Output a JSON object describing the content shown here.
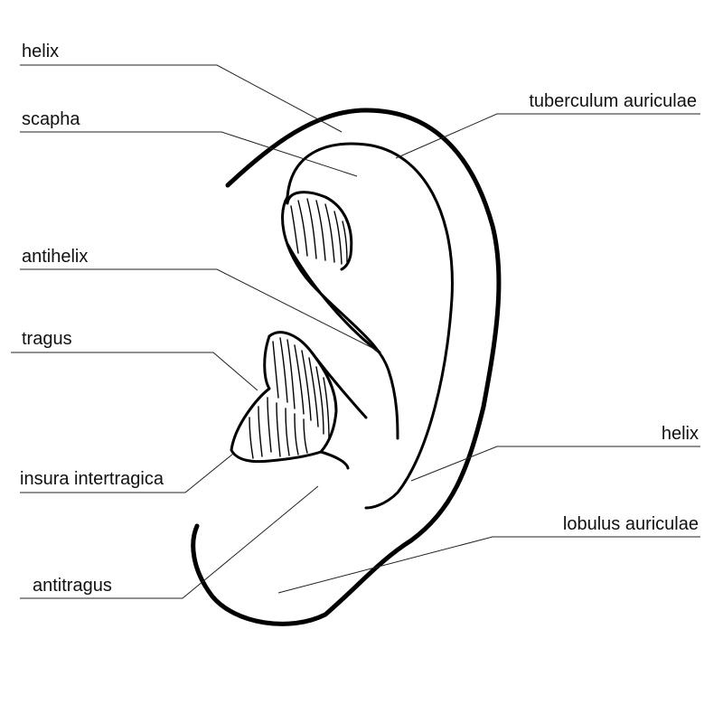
{
  "labels": {
    "helix_top": "helix",
    "scapha": "scapha",
    "antihelix": "antihelix",
    "tragus": "tragus",
    "insura_intertragica": "insura intertragica",
    "antitragus": "antitragus",
    "tuberculum_auriculae": "tuberculum auriculae",
    "helix_right": "helix",
    "lobulus_auriculae": "lobulus auriculae"
  },
  "colors": {
    "line": "#000000",
    "background": "#ffffff"
  }
}
